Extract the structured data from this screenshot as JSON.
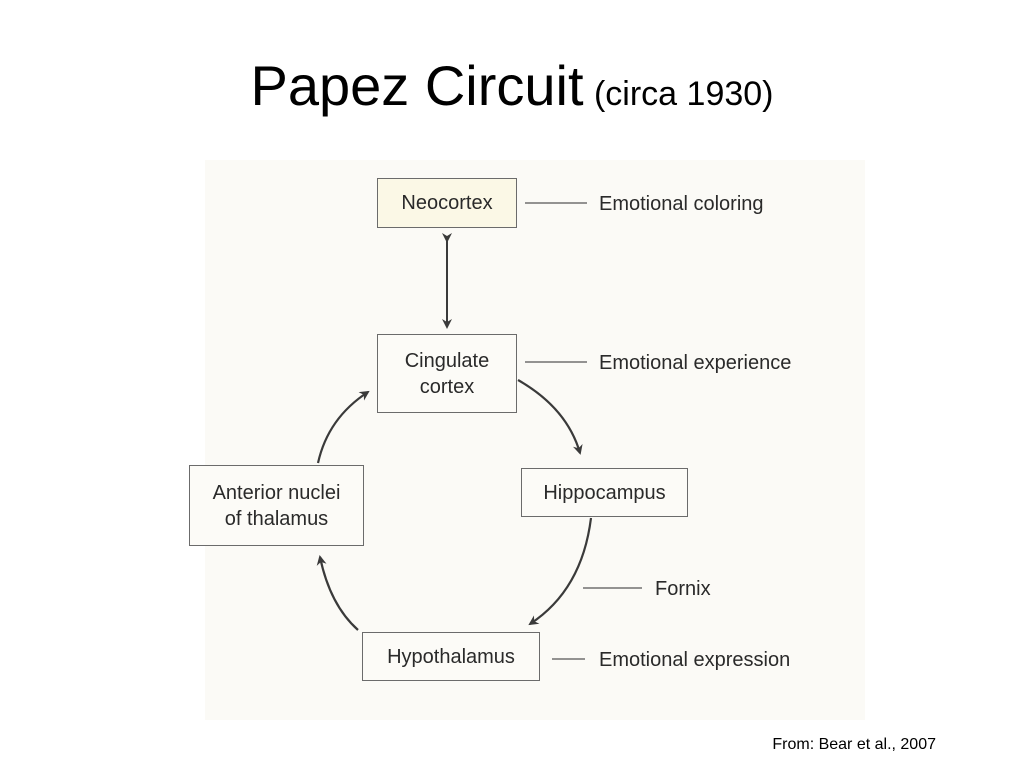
{
  "title": {
    "main": "Papez Circuit",
    "sub": "(circa 1930)"
  },
  "nodes": {
    "neocortex": "Neocortex",
    "cingulate": "Cingulate\ncortex",
    "hippocampus": "Hippocampus",
    "hypothalamus": "Hypothalamus",
    "anterior_thalamus": "Anterior nuclei\nof thalamus"
  },
  "annotations": {
    "neocortex": "Emotional coloring",
    "cingulate": "Emotional experience",
    "fornix": "Fornix",
    "hypothalamus": "Emotional expression"
  },
  "credit": "From:  Bear et al., 2007",
  "colors": {
    "line": "#3a3a3a",
    "box_border": "#6b6b6b",
    "neocortex_fill": "#fbf8e6"
  }
}
